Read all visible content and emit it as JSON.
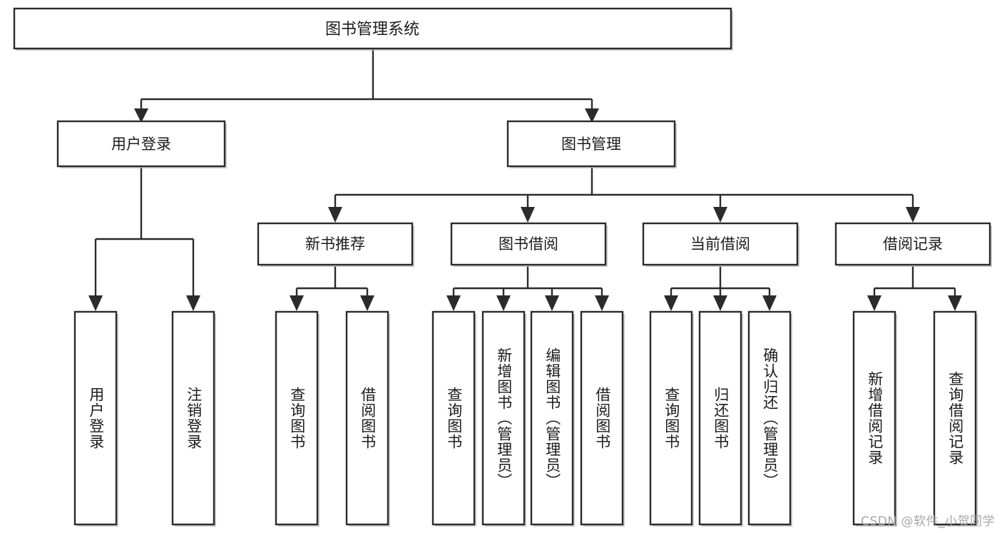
{
  "diagram": {
    "type": "tree",
    "title": "图书管理系统",
    "watermark": "CSDN @软件_小贺同学",
    "colors": {
      "stroke": "#2b2b2b",
      "fill": "#ffffff",
      "text": "#1b1b1b",
      "watermark": "#a7a7a7",
      "shadow": "#b8b8b8"
    },
    "levels": {
      "root": "图书管理系统",
      "level2": [
        "用户登录",
        "图书管理"
      ],
      "level3": [
        "新书推荐",
        "图书借阅",
        "当前借阅",
        "借阅记录"
      ]
    },
    "nodes": {
      "root": {
        "label": "图书管理系统",
        "orientation": "horizontal"
      },
      "user_login": {
        "label": "用户登录",
        "orientation": "horizontal"
      },
      "book_manage": {
        "label": "图书管理",
        "orientation": "horizontal"
      },
      "new_book_rec": {
        "label": "新书推荐",
        "orientation": "horizontal"
      },
      "book_borrow": {
        "label": "图书借阅",
        "orientation": "horizontal"
      },
      "current_borrow": {
        "label": "当前借阅",
        "orientation": "horizontal"
      },
      "borrow_record": {
        "label": "借阅记录",
        "orientation": "horizontal"
      },
      "leaf_1": {
        "label": "用户登录",
        "orientation": "vertical"
      },
      "leaf_2": {
        "label": "注销登录",
        "orientation": "vertical"
      },
      "leaf_3": {
        "label": "查询图书",
        "orientation": "vertical"
      },
      "leaf_4": {
        "label": "借阅图书",
        "orientation": "vertical"
      },
      "leaf_5": {
        "label": "查询图书",
        "orientation": "vertical"
      },
      "leaf_6": {
        "label": "新增图书（管理员）",
        "orientation": "vertical"
      },
      "leaf_7": {
        "label": "编辑图书（管理员）",
        "orientation": "vertical"
      },
      "leaf_8": {
        "label": "借阅图书",
        "orientation": "vertical"
      },
      "leaf_9": {
        "label": "查询图书",
        "orientation": "vertical"
      },
      "leaf_10": {
        "label": "归还图书",
        "orientation": "vertical"
      },
      "leaf_11": {
        "label": "确认归还（管理员）",
        "orientation": "vertical"
      },
      "leaf_12": {
        "label": "新增借阅记录",
        "orientation": "vertical"
      },
      "leaf_13": {
        "label": "查询借阅记录",
        "orientation": "vertical"
      }
    },
    "edges": [
      {
        "from": "root",
        "to": "user_login"
      },
      {
        "from": "root",
        "to": "book_manage"
      },
      {
        "from": "user_login",
        "to": "leaf_1"
      },
      {
        "from": "user_login",
        "to": "leaf_2"
      },
      {
        "from": "book_manage",
        "to": "new_book_rec"
      },
      {
        "from": "book_manage",
        "to": "book_borrow"
      },
      {
        "from": "book_manage",
        "to": "current_borrow"
      },
      {
        "from": "book_manage",
        "to": "borrow_record"
      },
      {
        "from": "new_book_rec",
        "to": "leaf_3"
      },
      {
        "from": "new_book_rec",
        "to": "leaf_4"
      },
      {
        "from": "book_borrow",
        "to": "leaf_5"
      },
      {
        "from": "book_borrow",
        "to": "leaf_6"
      },
      {
        "from": "book_borrow",
        "to": "leaf_7"
      },
      {
        "from": "book_borrow",
        "to": "leaf_8"
      },
      {
        "from": "current_borrow",
        "to": "leaf_9"
      },
      {
        "from": "current_borrow",
        "to": "leaf_10"
      },
      {
        "from": "current_borrow",
        "to": "leaf_11"
      },
      {
        "from": "borrow_record",
        "to": "leaf_12"
      },
      {
        "from": "borrow_record",
        "to": "leaf_13"
      }
    ]
  }
}
